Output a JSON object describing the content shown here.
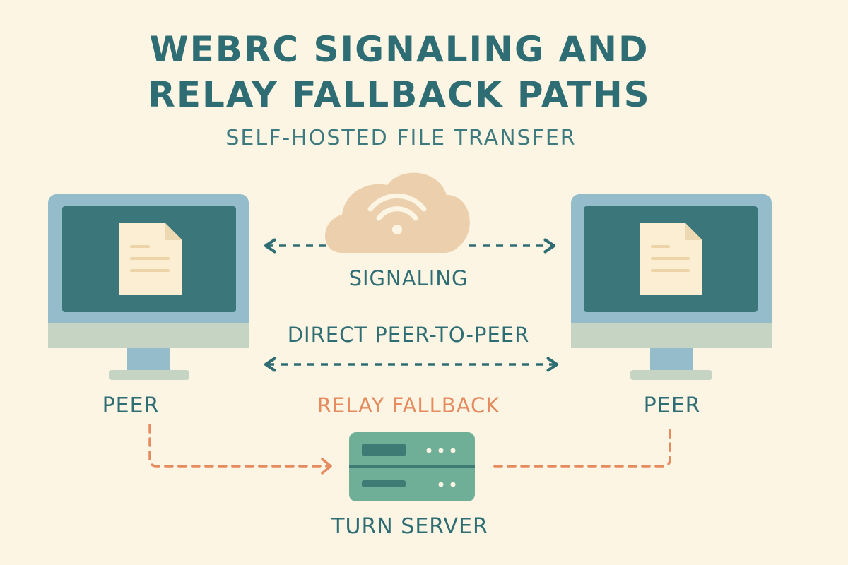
{
  "title": {
    "line1": "WEBRC SIGNALING AND",
    "line2": "RELAY FALLBACK PATHS"
  },
  "subtitle": "SELF-HOSTED FILE TRANSFER",
  "labels": {
    "signaling": "SIGNALING",
    "direct": "DIRECT PEER-TO-PEER",
    "relay": "RELAY FALLBACK",
    "peer_left": "PEER",
    "peer_right": "PEER",
    "turn_server": "TURN SERVER"
  },
  "icons": {
    "monitor_left": "monitor-icon",
    "monitor_right": "monitor-icon",
    "document": "document-icon",
    "cloud": "cloud-wifi-icon",
    "server": "server-icon"
  },
  "colors": {
    "background": "#fcf5e3",
    "teal_dark": "#2e6d74",
    "teal_screen": "#3b767b",
    "monitor_frame": "#94bccb",
    "monitor_base": "#c6d4c4",
    "cloud": "#ecd0ad",
    "relay_orange": "#e58b5e",
    "server_green": "#6fae97",
    "server_dark": "#3e7b74",
    "document": "#fbeed2"
  }
}
